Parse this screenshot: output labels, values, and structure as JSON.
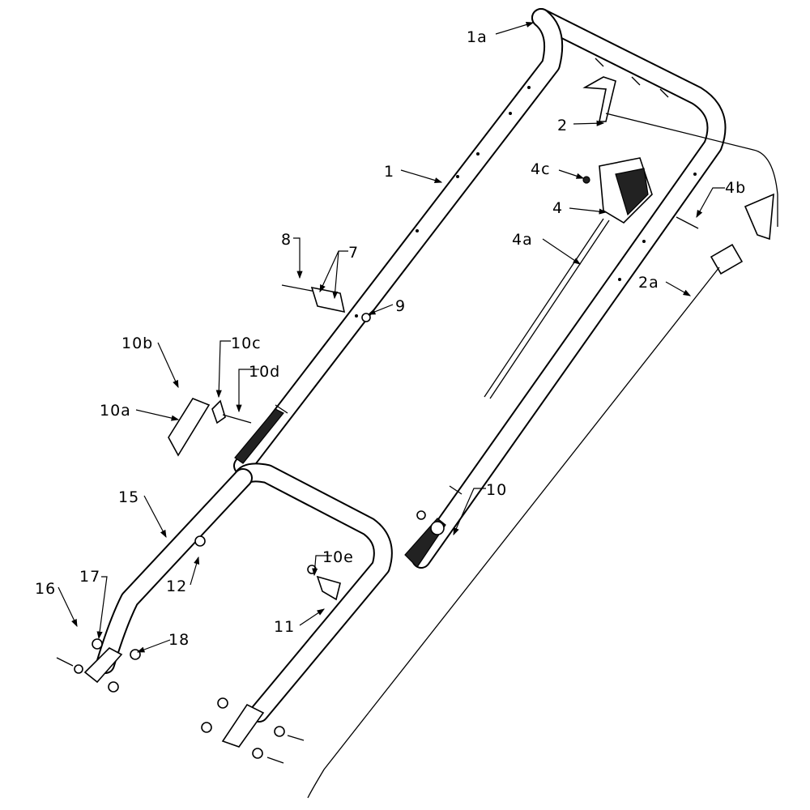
{
  "diagram": {
    "type": "exploded-parts-view",
    "callouts": [
      {
        "label": "1a"
      },
      {
        "label": "2"
      },
      {
        "label": "1"
      },
      {
        "label": "4c"
      },
      {
        "label": "4b"
      },
      {
        "label": "4"
      },
      {
        "label": "4a"
      },
      {
        "label": "2a"
      },
      {
        "label": "8"
      },
      {
        "label": "7"
      },
      {
        "label": "9"
      },
      {
        "label": "10b"
      },
      {
        "label": "10c"
      },
      {
        "label": "10d"
      },
      {
        "label": "10a"
      },
      {
        "label": "15"
      },
      {
        "label": "10"
      },
      {
        "label": "10e"
      },
      {
        "label": "12"
      },
      {
        "label": "16"
      },
      {
        "label": "17"
      },
      {
        "label": "18"
      },
      {
        "label": "11"
      }
    ]
  }
}
